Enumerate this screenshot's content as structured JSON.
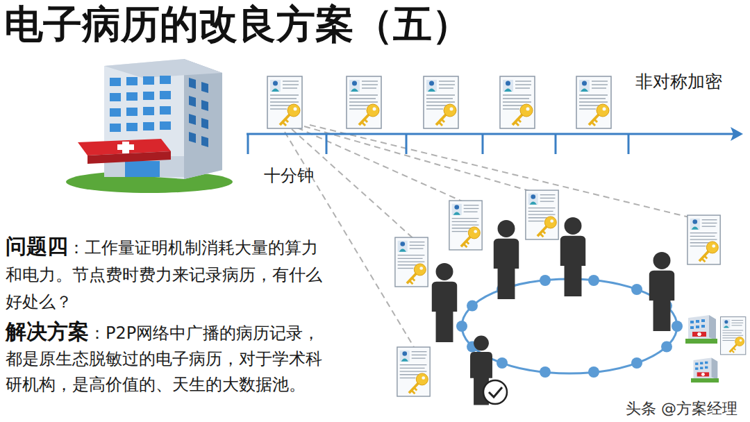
{
  "diagram": {
    "title": "电子病历的改良方案（五）",
    "labels": [
      "非对称加密",
      "十分钟",
      "问题四",
      "：工作量证明机制消耗大量的算力和电力。节点费时费力来记录病历，有什么好处么？",
      "解决方案",
      "：P2P网络中广播的病历记录，都是原生态脱敏过的电子病历，对于学术科研机构，是高价值的、天生的大数据池。",
      "头条 @方案经理"
    ]
  }
}
